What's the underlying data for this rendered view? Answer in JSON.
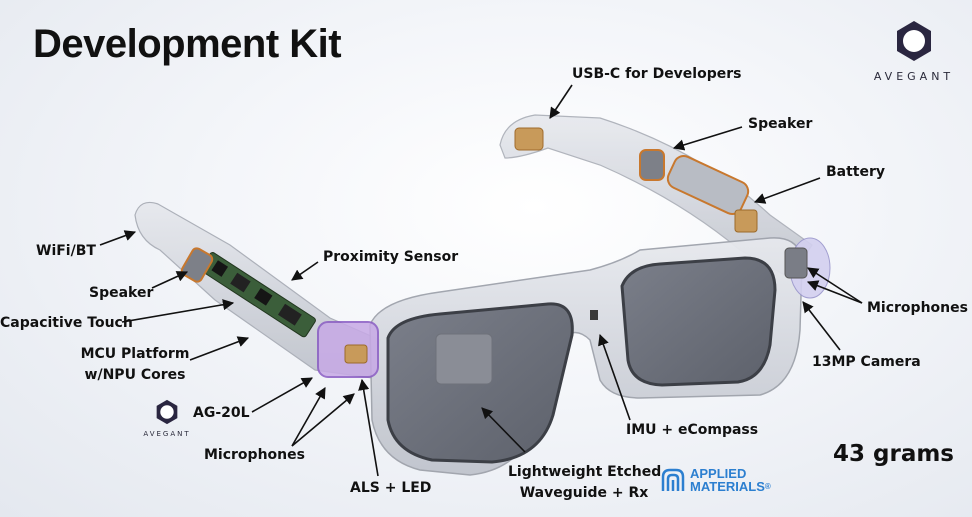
{
  "title": "Development Kit",
  "brand": {
    "wordmark": "AVEGANT",
    "accent_color": "#2a2640"
  },
  "callouts": {
    "usb_c": "USB-C for Developers",
    "speaker_right": "Speaker",
    "battery": "Battery",
    "wifi_bt": "WiFi/BT",
    "proximity_sensor": "Proximity Sensor",
    "speaker_left": "Speaker",
    "capacitive_touch": "Capacitive Touch",
    "mcu_line1": "MCU Platform",
    "mcu_line2": "w/NPU Cores",
    "microphones_right": "Microphones",
    "camera": "13MP Camera",
    "chip": "AG-20L",
    "imu": "IMU + eCompass",
    "microphones_left": "Microphones",
    "waveguide_line1": "Lightweight Etched",
    "waveguide_line2": "Waveguide + Rx",
    "als_led": "ALS + LED"
  },
  "weight": "43 grams",
  "partner": {
    "line1": "APPLIED",
    "line2": "MATERIALS",
    "mark": "®",
    "color": "#2c7fd0"
  }
}
